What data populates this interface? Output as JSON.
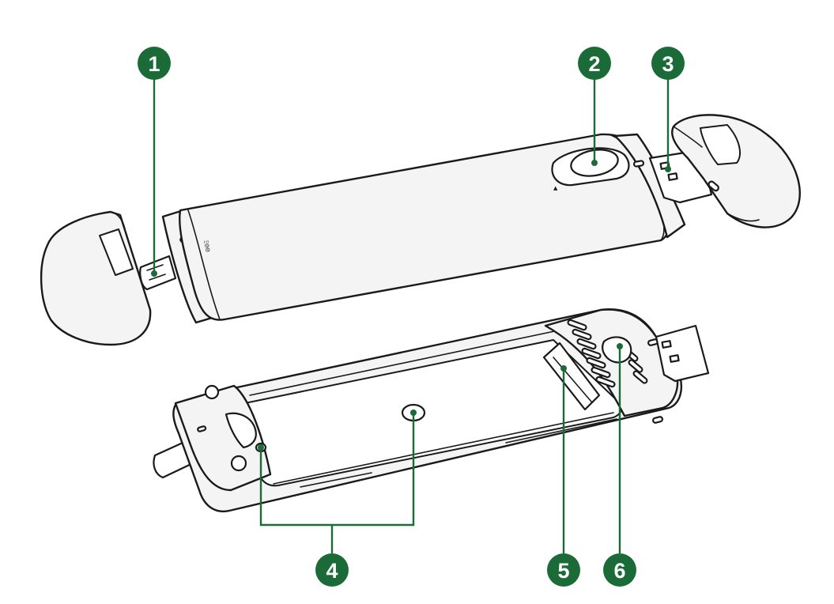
{
  "diagram": {
    "accent_color": "#1a6b37",
    "line_color": "#1a1a1a",
    "callouts": [
      {
        "id": "1",
        "label": "1"
      },
      {
        "id": "2",
        "label": "2"
      },
      {
        "id": "3",
        "label": "3"
      },
      {
        "id": "4",
        "label": "4"
      },
      {
        "id": "5",
        "label": "5"
      },
      {
        "id": "6",
        "label": "6"
      }
    ],
    "top_device": {
      "side_mark": "ΞΘΘ",
      "button_mark": "▲"
    }
  }
}
